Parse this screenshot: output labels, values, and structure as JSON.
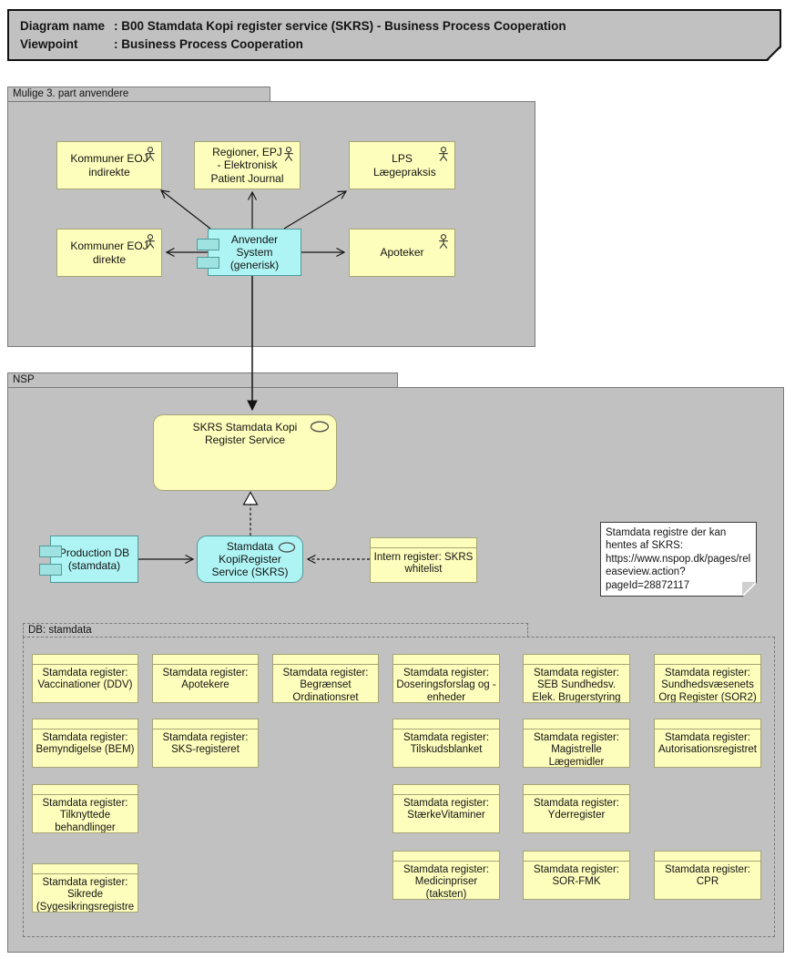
{
  "title_block": {
    "diagram_name_label": "Diagram name",
    "diagram_name": "B00 Stamdata Kopi register service (SKRS) - Business Process Cooperation",
    "viewpoint_label": "Viewpoint",
    "viewpoint": "Business Process Cooperation",
    "colon": ": "
  },
  "groups": {
    "third_party": {
      "label": "Mulige 3. part anvendere"
    },
    "nsp": {
      "label": "NSP"
    },
    "db_stamdata": {
      "label": "DB: stamdata"
    }
  },
  "nodes": {
    "kommuner_eoj_indirekte": "Kommuner EOJ indirekte",
    "regioner_epj": "Regioner, EPJ - Elektronisk Patient Journal",
    "lps": "LPS Lægepraksis",
    "kommuner_eoj_direkte": "Kommuner EOJ direkte",
    "anvender_system": "Anvender System (generisk)",
    "apoteker": "Apoteker",
    "skrs_service": "SKRS Stamdata Kopi Register Service",
    "production_db": "Production DB (stamdata)",
    "stamdata_kopiregister": "Stamdata KopiRegister Service (SKRS)",
    "intern_register": "Intern register: SKRS whitelist"
  },
  "note_text": "Stamdata registre der kan hentes af SKRS: https://www.nspop.dk/pages/releaseview.action?pageId=28872117",
  "registers": [
    {
      "prefix": "Stamdata register:",
      "name": "Vaccinationer (DDV)"
    },
    {
      "prefix": "Stamdata register:",
      "name": "Apotekere"
    },
    {
      "prefix": "Stamdata register:",
      "name": "Begrænset Ordinationsret"
    },
    {
      "prefix": "Stamdata register:",
      "name": "Doseringsforslag og -enheder"
    },
    {
      "prefix": "Stamdata register:",
      "name": "SEB Sundhedsv. Elek. Brugerstyring"
    },
    {
      "prefix": "Stamdata register:",
      "name": "Sundhedsvæsenets Org Register (SOR2)"
    },
    {
      "prefix": "Stamdata register:",
      "name": "Bemyndigelse (BEM)"
    },
    {
      "prefix": "Stamdata register:",
      "name": "SKS-registeret"
    },
    {
      "prefix": "Stamdata register:",
      "name": "Tilskudsblanket"
    },
    {
      "prefix": "Stamdata register:",
      "name": "Magistrelle Lægemidler"
    },
    {
      "prefix": "Stamdata register:",
      "name": "Autorisationsregistret"
    },
    {
      "prefix": "Stamdata register:",
      "name": "Tilknyttede behandlinger"
    },
    {
      "prefix": "Stamdata register:",
      "name": "StærkeVitaminer"
    },
    {
      "prefix": "Stamdata register:",
      "name": "Yderregister"
    },
    {
      "prefix": "Stamdata register:",
      "name": "Sikrede (Sygesikringsregistre"
    },
    {
      "prefix": "Stamdata register:",
      "name": "Medicinpriser (taksten)"
    },
    {
      "prefix": "Stamdata register:",
      "name": "SOR-FMK"
    },
    {
      "prefix": "Stamdata register:",
      "name": "CPR"
    }
  ],
  "colors": {
    "group_fill": "#c1c1c1",
    "element_yellow": "#fdfdbc",
    "element_cyan": "#aff4f4",
    "note_fill": "#ffffff",
    "line": "#141414"
  }
}
